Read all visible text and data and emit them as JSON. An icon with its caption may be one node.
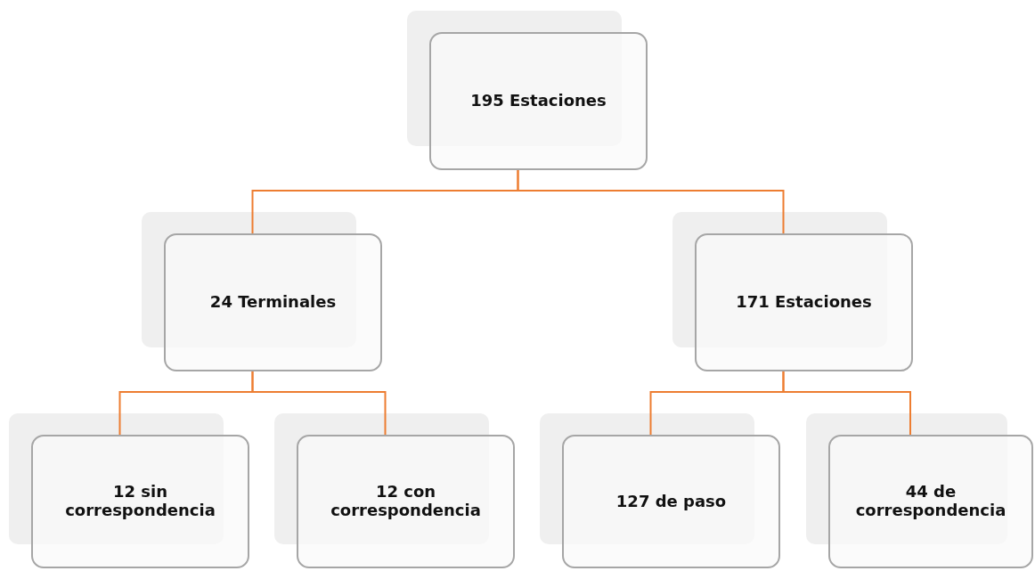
{
  "diagram": {
    "nodes": [
      {
        "text": [
          "195 Estaciones"
        ]
      },
      {
        "text": [
          "24 Terminales"
        ]
      },
      {
        "text": [
          "171 Estaciones"
        ]
      },
      {
        "text": [
          "12 sin correspondencia"
        ]
      },
      {
        "text": [
          "12 con correspondencia"
        ]
      },
      {
        "text": [
          "127 de paso"
        ]
      },
      {
        "text": [
          "44 de correspondencia"
        ]
      }
    ],
    "edges": [
      {
        "from": 0,
        "to": 1,
        "arrow": "none"
      },
      {
        "from": 0,
        "to": 2,
        "arrow": "none"
      },
      {
        "from": 1,
        "to": 3,
        "arrow": "none"
      },
      {
        "from": 1,
        "to": 4,
        "arrow": "none"
      },
      {
        "from": 2,
        "to": 5,
        "arrow": "none"
      },
      {
        "from": 2,
        "to": 6,
        "arrow": "none"
      }
    ]
  }
}
